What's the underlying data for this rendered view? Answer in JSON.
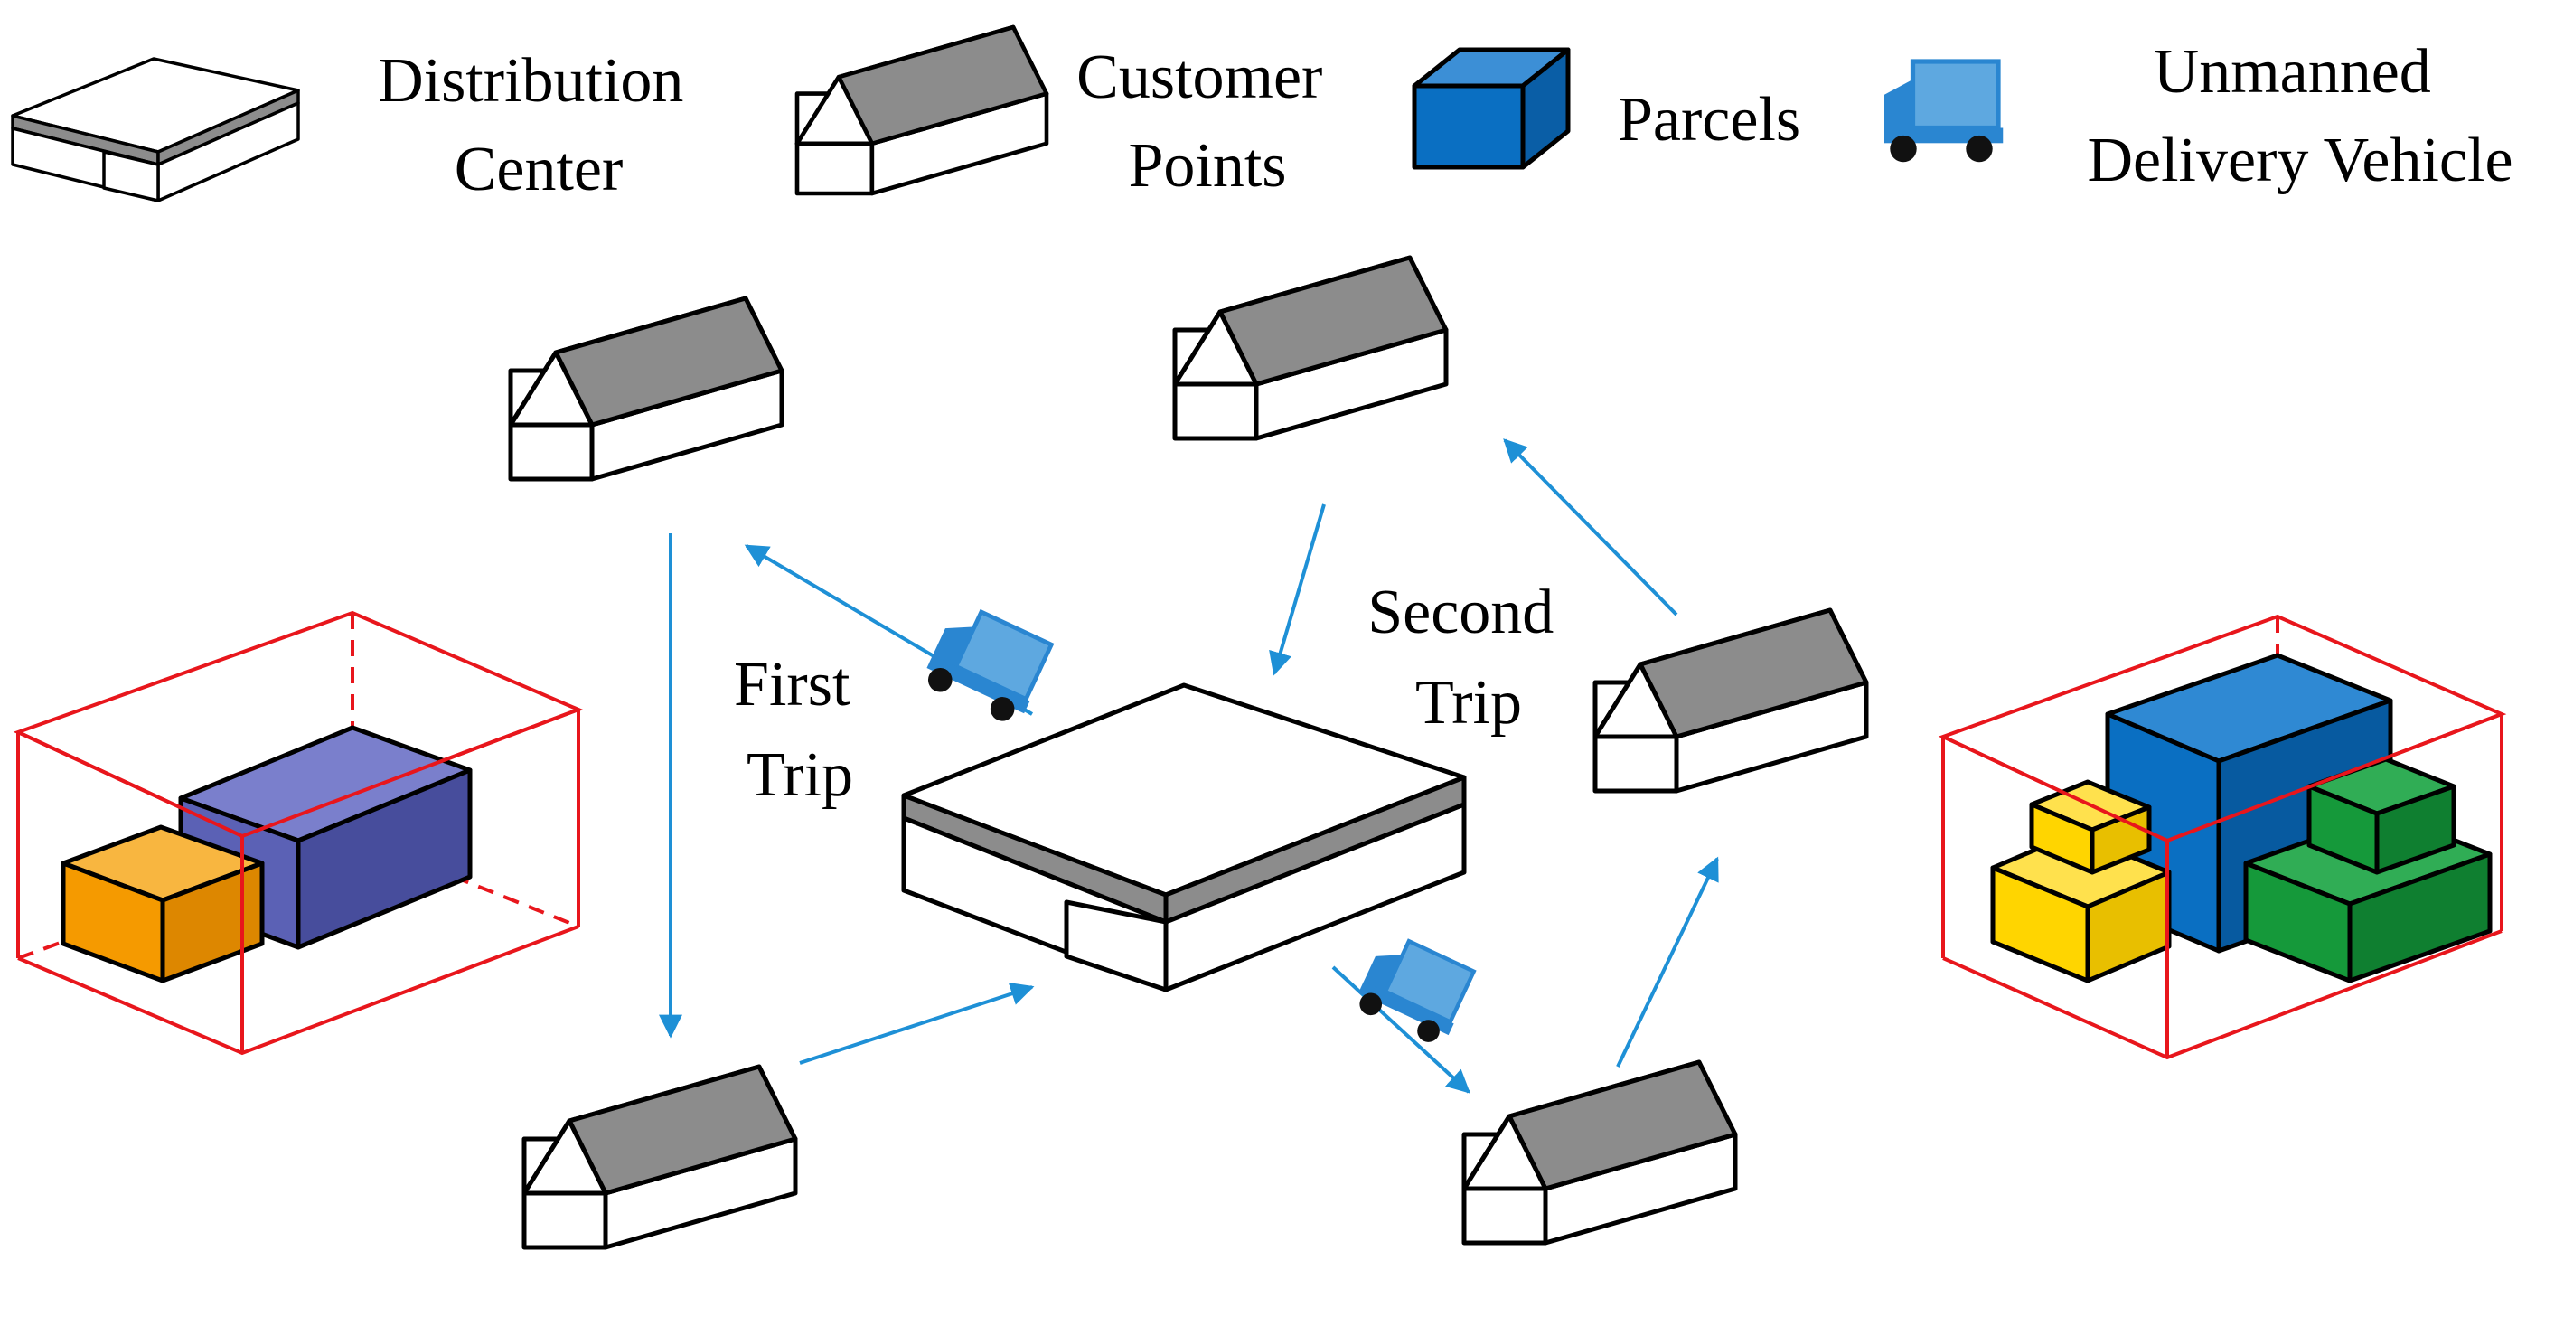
{
  "legend": {
    "distribution_center": [
      "Distribution",
      "Center"
    ],
    "customer_points": [
      "Customer",
      "Points"
    ],
    "parcels": "Parcels",
    "vehicle": [
      "Unmanned",
      "Delivery Vehicle"
    ]
  },
  "trips": {
    "first": [
      "First",
      "Trip"
    ],
    "second": [
      "Second",
      "Trip"
    ]
  },
  "colors": {
    "arrow": "#1e90d6",
    "container_box": "#e8161c",
    "roof": "#8c8c8c",
    "parcel_blue": "#0a6fc2",
    "parcel_purple": "#5b61b5",
    "parcel_orange": "#f59a00",
    "parcel_yellow": "#ffd500",
    "parcel_green": "#15993a",
    "vehicle_blue": "#2a86d1"
  },
  "icons": [
    "distribution-center-icon",
    "house-icon",
    "parcel-icon",
    "delivery-vehicle-icon"
  ]
}
